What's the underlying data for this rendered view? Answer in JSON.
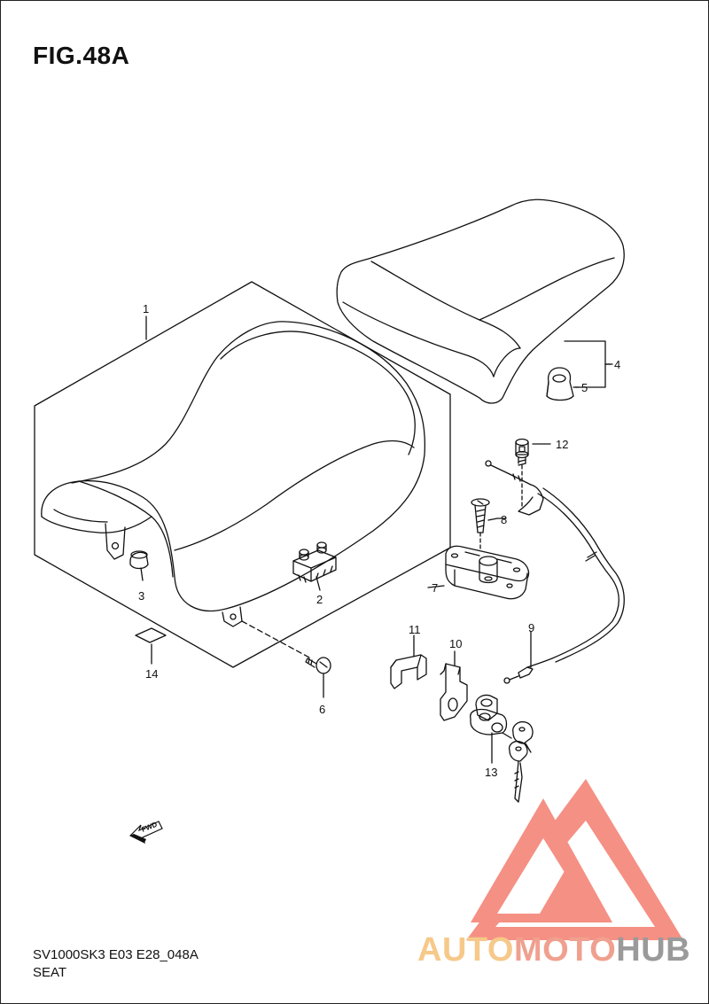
{
  "figure": {
    "title": "FIG.48A",
    "code": "SV1000SK3 E03 E28_048A",
    "name": "SEAT"
  },
  "callouts": [
    "1",
    "2",
    "3",
    "4",
    "5",
    "6",
    "7",
    "8",
    "9",
    "10",
    "11",
    "12",
    "13",
    "14"
  ],
  "fwd_label": "FWD",
  "watermark": {
    "part1": "AUTO",
    "part2": "MOTO",
    "part3": "HUB",
    "color_auto": "#f6c98a",
    "color_moto": "#f0a08f",
    "color_hub": "#9a9a9a",
    "logo_color": "#f26b5b"
  },
  "line_color": "#111111"
}
